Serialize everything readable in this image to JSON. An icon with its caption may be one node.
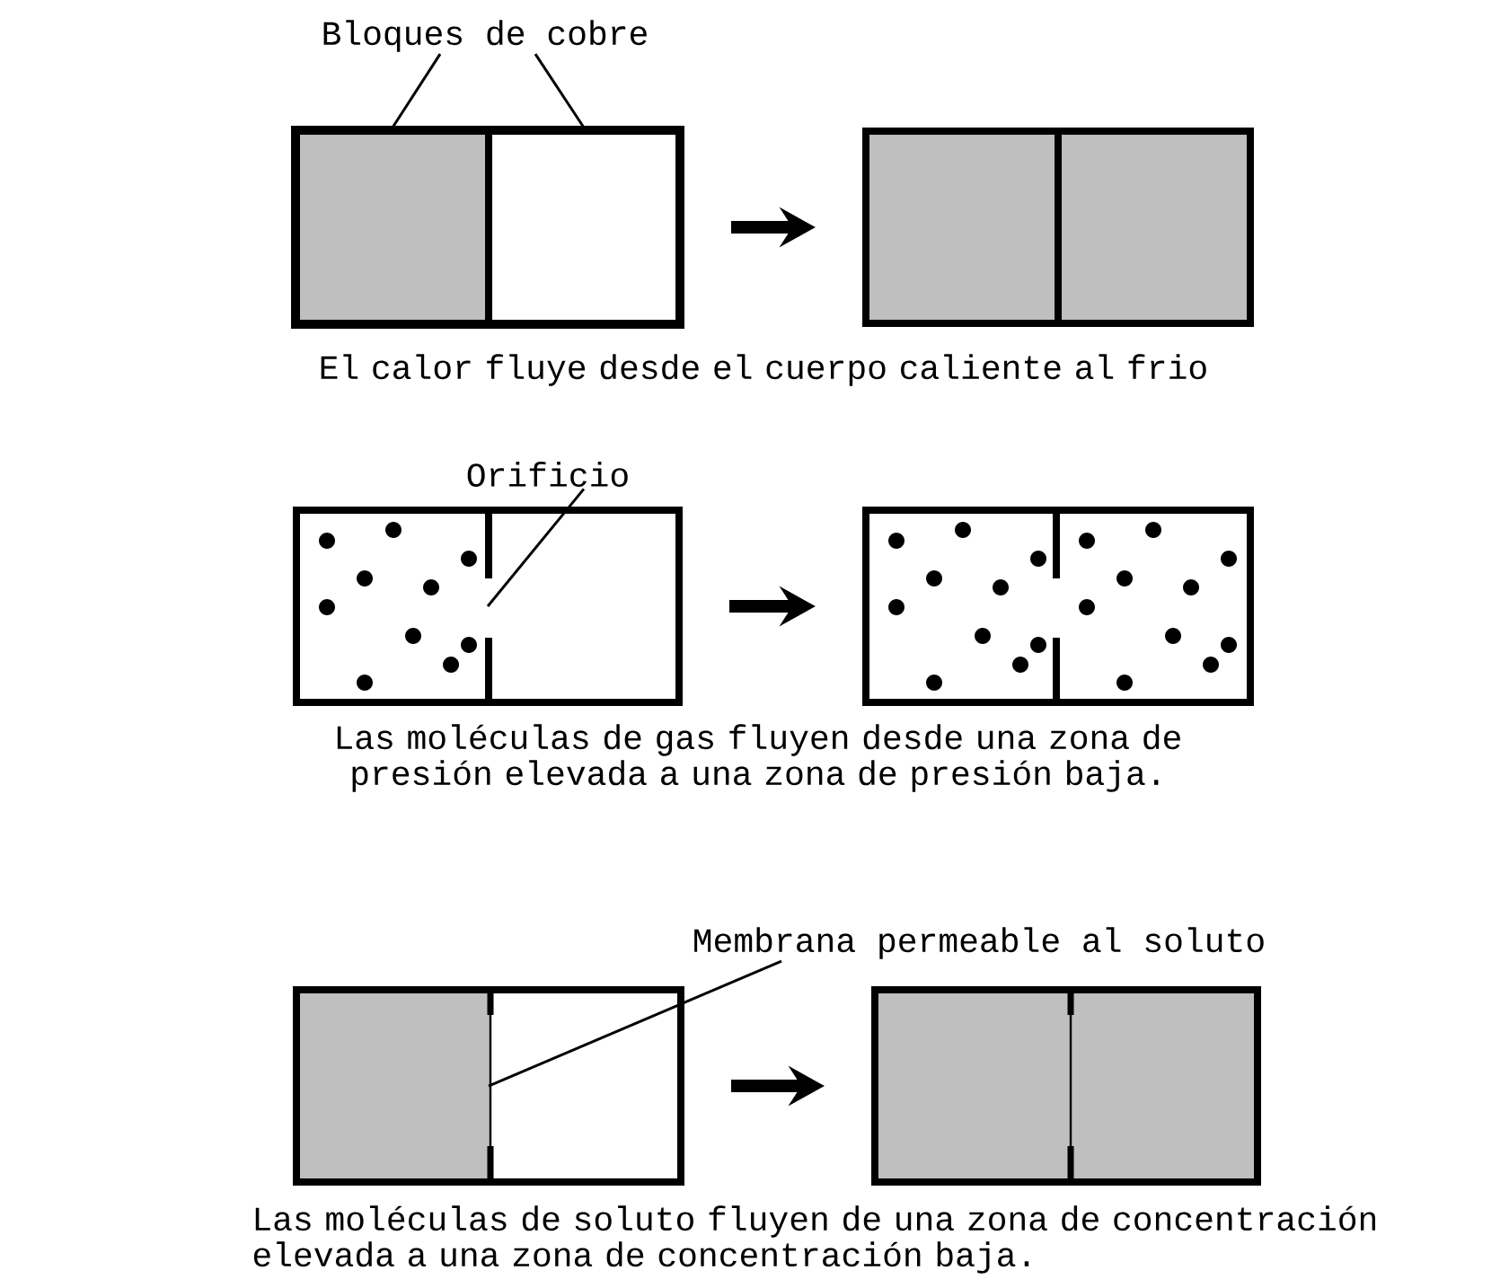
{
  "diagram": {
    "nodes": [
      {
        "text": [
          "Bloques de cobre"
        ]
      },
      {
        "text": [],
        "shape": "box"
      },
      {
        "text": [],
        "shape": "box",
        "in": 1
      },
      {
        "text": [],
        "shape": "box",
        "in": 1
      },
      {
        "text": [],
        "shape": "box"
      },
      {
        "text": [
          "Orificio"
        ]
      },
      {
        "text": [],
        "shape": "box"
      },
      {
        "text": [],
        "shape": "box"
      },
      {
        "text": [
          "Membrana permeable al soluto"
        ]
      },
      {
        "text": [],
        "shape": "box"
      },
      {
        "text": [],
        "shape": "box"
      }
    ],
    "edges": [
      {
        "from": 0,
        "to": 2,
        "arrow": "none"
      },
      {
        "from": 0,
        "to": 3,
        "arrow": "none"
      },
      {
        "from": 1,
        "to": 4,
        "arrow": "to",
        "style": "thick"
      },
      {
        "from": 5,
        "to": 6,
        "arrow": "none"
      },
      {
        "from": 6,
        "to": 7,
        "arrow": "to",
        "style": "thick"
      },
      {
        "from": 8,
        "to": 9,
        "arrow": "none"
      },
      {
        "from": 9,
        "to": 10,
        "arrow": "to",
        "style": "thick"
      }
    ],
    "labels": [
      "El calor fluye desde el cuerpo caliente al frio",
      "Las moléculas de gas fluyen desde una zona de presión elevada a una zona de presión baja.",
      "Las moléculas de soluto fluyen de una zona de concentración elevada a una zona de concentración baja."
    ]
  }
}
